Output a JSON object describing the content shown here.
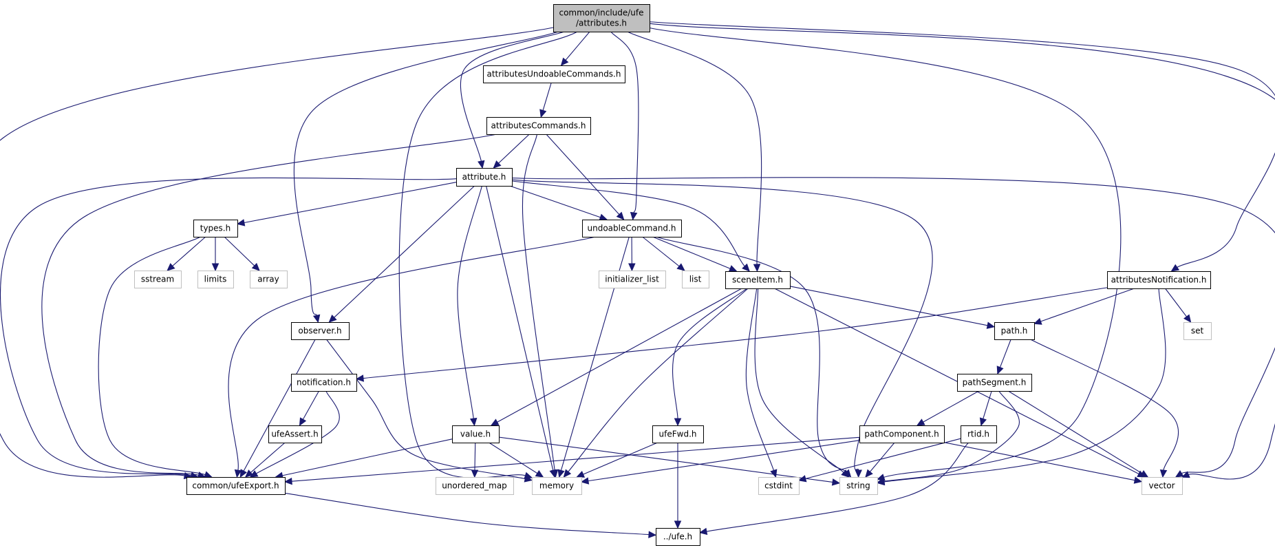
{
  "title": "common/include/ufe/attributes.h include dependency graph",
  "colors": {
    "edge": "#191970",
    "root_fill": "#bfbfbf",
    "system_border": "#bfbfbf",
    "local_border": "#000000"
  },
  "nodes": [
    {
      "id": "attributes",
      "label": "common/include/ufe\n/attributes.h",
      "kind": "root"
    },
    {
      "id": "attributesUndoableCommands",
      "label": "attributesUndoableCommands.h",
      "kind": "local"
    },
    {
      "id": "attributesCommands",
      "label": "attributesCommands.h",
      "kind": "local"
    },
    {
      "id": "attribute",
      "label": "attribute.h",
      "kind": "local"
    },
    {
      "id": "types",
      "label": "types.h",
      "kind": "local"
    },
    {
      "id": "sstream",
      "label": "sstream",
      "kind": "system"
    },
    {
      "id": "limits",
      "label": "limits",
      "kind": "system"
    },
    {
      "id": "array",
      "label": "array",
      "kind": "system"
    },
    {
      "id": "undoableCommand",
      "label": "undoableCommand.h",
      "kind": "local"
    },
    {
      "id": "initializer_list",
      "label": "initializer_list",
      "kind": "system"
    },
    {
      "id": "list",
      "label": "list",
      "kind": "system"
    },
    {
      "id": "sceneItem",
      "label": "sceneItem.h",
      "kind": "local"
    },
    {
      "id": "attributesNotification",
      "label": "attributesNotification.h",
      "kind": "local"
    },
    {
      "id": "set",
      "label": "set",
      "kind": "system"
    },
    {
      "id": "observer",
      "label": "observer.h",
      "kind": "local"
    },
    {
      "id": "notification",
      "label": "notification.h",
      "kind": "local"
    },
    {
      "id": "ufeAssert",
      "label": "ufeAssert.h",
      "kind": "local"
    },
    {
      "id": "path",
      "label": "path.h",
      "kind": "local"
    },
    {
      "id": "pathSegment",
      "label": "pathSegment.h",
      "kind": "local"
    },
    {
      "id": "value",
      "label": "value.h",
      "kind": "local"
    },
    {
      "id": "ufeFwd",
      "label": "ufeFwd.h",
      "kind": "local"
    },
    {
      "id": "pathComponent",
      "label": "pathComponent.h",
      "kind": "local"
    },
    {
      "id": "rtid",
      "label": "rtid.h",
      "kind": "local"
    },
    {
      "id": "ufeExport",
      "label": "common/ufeExport.h",
      "kind": "local"
    },
    {
      "id": "unordered_map",
      "label": "unordered_map",
      "kind": "system"
    },
    {
      "id": "memory",
      "label": "memory",
      "kind": "system"
    },
    {
      "id": "cstdint",
      "label": "cstdint",
      "kind": "system"
    },
    {
      "id": "string",
      "label": "string",
      "kind": "system"
    },
    {
      "id": "vector",
      "label": "vector",
      "kind": "system"
    },
    {
      "id": "ufe",
      "label": "../ufe.h",
      "kind": "local"
    }
  ],
  "edges": [
    [
      "attributes",
      "attributesUndoableCommands"
    ],
    [
      "attributes",
      "ufeExport"
    ],
    [
      "attributes",
      "observer"
    ],
    [
      "attributes",
      "memory"
    ],
    [
      "attributes",
      "attribute"
    ],
    [
      "attributes",
      "undoableCommand"
    ],
    [
      "attributes",
      "sceneItem"
    ],
    [
      "attributes",
      "string"
    ],
    [
      "attributes",
      "attributesNotification"
    ],
    [
      "attributes",
      "vector"
    ],
    [
      "attributesUndoableCommands",
      "attributesCommands"
    ],
    [
      "attributesCommands",
      "attribute"
    ],
    [
      "attributesCommands",
      "ufeExport"
    ],
    [
      "attributesCommands",
      "memory"
    ],
    [
      "attributesCommands",
      "undoableCommand"
    ],
    [
      "attribute",
      "types"
    ],
    [
      "attribute",
      "ufeExport"
    ],
    [
      "attribute",
      "observer"
    ],
    [
      "attribute",
      "value"
    ],
    [
      "attribute",
      "memory"
    ],
    [
      "attribute",
      "undoableCommand"
    ],
    [
      "attribute",
      "sceneItem"
    ],
    [
      "attribute",
      "string"
    ],
    [
      "attribute",
      "vector"
    ],
    [
      "types",
      "sstream"
    ],
    [
      "types",
      "limits"
    ],
    [
      "types",
      "array"
    ],
    [
      "types",
      "ufeExport"
    ],
    [
      "undoableCommand",
      "ufeExport"
    ],
    [
      "undoableCommand",
      "memory"
    ],
    [
      "undoableCommand",
      "initializer_list"
    ],
    [
      "undoableCommand",
      "list"
    ],
    [
      "undoableCommand",
      "sceneItem"
    ],
    [
      "undoableCommand",
      "string"
    ],
    [
      "sceneItem",
      "value"
    ],
    [
      "sceneItem",
      "memory"
    ],
    [
      "sceneItem",
      "ufeFwd"
    ],
    [
      "sceneItem",
      "cstdint"
    ],
    [
      "sceneItem",
      "string"
    ],
    [
      "sceneItem",
      "path"
    ],
    [
      "sceneItem",
      "vector"
    ],
    [
      "attributesNotification",
      "notification"
    ],
    [
      "attributesNotification",
      "path"
    ],
    [
      "attributesNotification",
      "set"
    ],
    [
      "attributesNotification",
      "string"
    ],
    [
      "observer",
      "ufeExport"
    ],
    [
      "observer",
      "memory"
    ],
    [
      "notification",
      "ufeAssert"
    ],
    [
      "notification",
      "ufeExport"
    ],
    [
      "ufeAssert",
      "ufeExport"
    ],
    [
      "path",
      "pathSegment"
    ],
    [
      "path",
      "vector"
    ],
    [
      "pathSegment",
      "pathComponent"
    ],
    [
      "pathSegment",
      "rtid"
    ],
    [
      "pathSegment",
      "string"
    ],
    [
      "pathSegment",
      "vector"
    ],
    [
      "value",
      "ufeExport"
    ],
    [
      "value",
      "unordered_map"
    ],
    [
      "value",
      "memory"
    ],
    [
      "value",
      "string"
    ],
    [
      "ufeFwd",
      "memory"
    ],
    [
      "ufeFwd",
      "ufe"
    ],
    [
      "pathComponent",
      "ufeExport"
    ],
    [
      "pathComponent",
      "memory"
    ],
    [
      "pathComponent",
      "string"
    ],
    [
      "pathComponent",
      "vector"
    ],
    [
      "rtid",
      "cstdint"
    ],
    [
      "rtid",
      "ufe"
    ],
    [
      "ufeExport",
      "ufe"
    ]
  ]
}
